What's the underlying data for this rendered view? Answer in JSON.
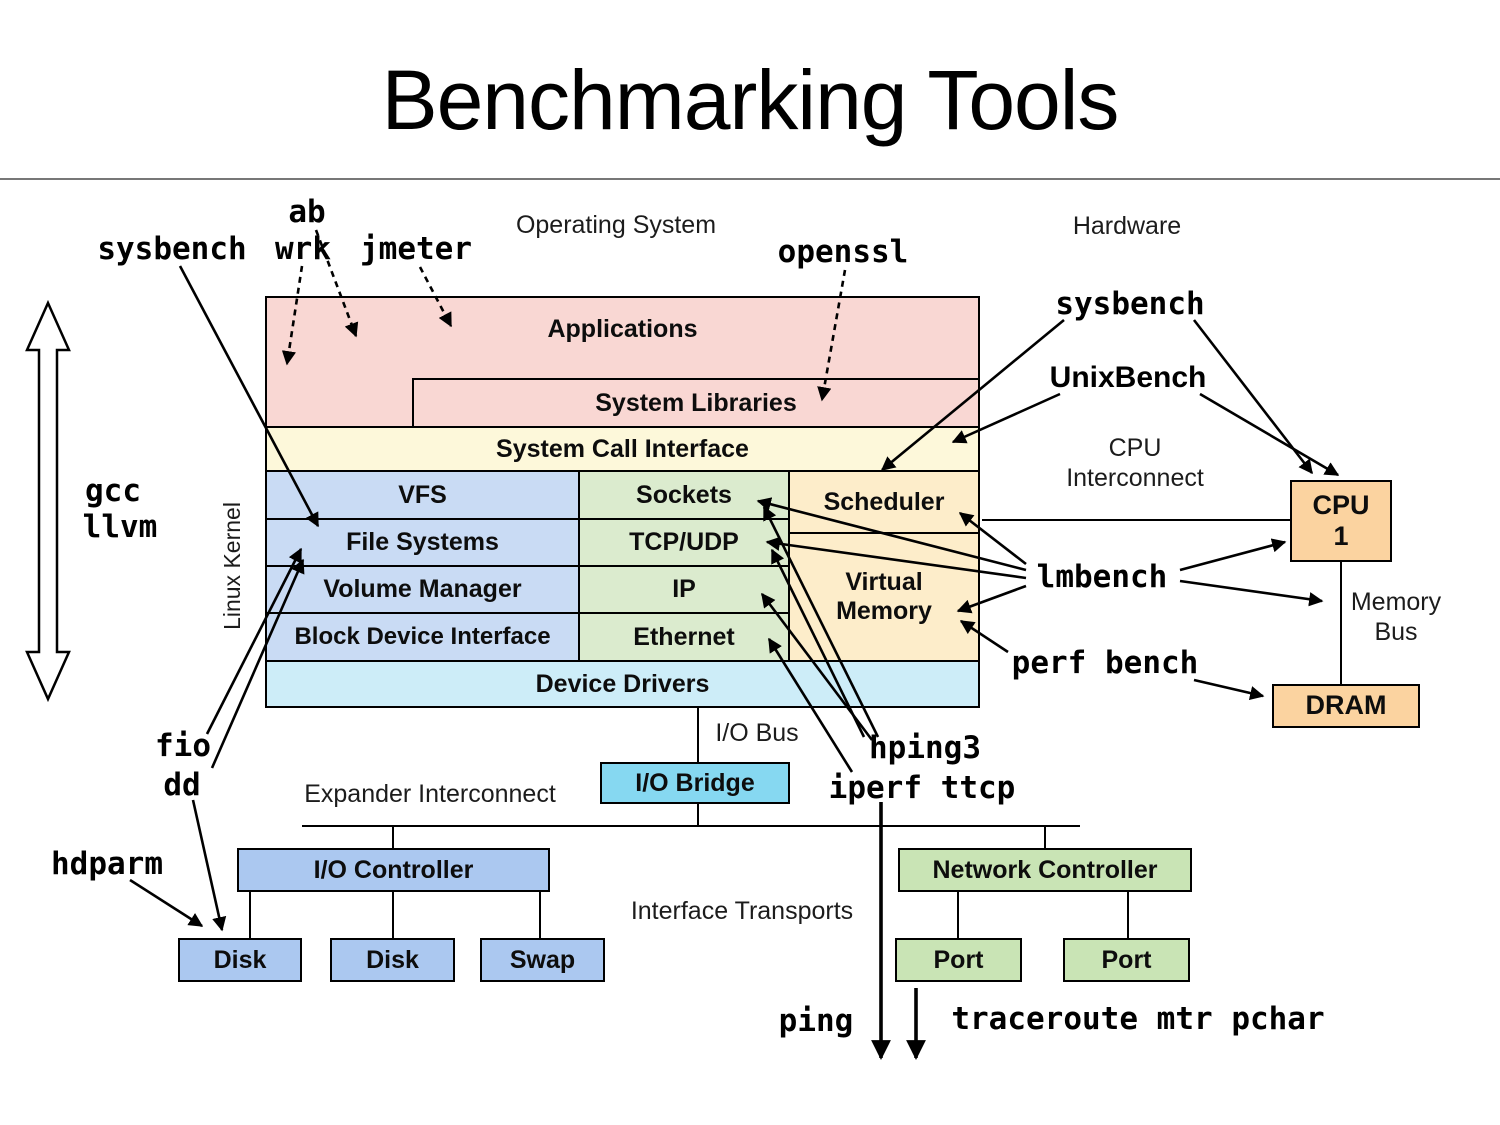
{
  "title": "Benchmarking Tools",
  "labels": {
    "operating_system": "Operating System",
    "hardware": "Hardware",
    "linux_kernel": "Linux Kernel",
    "cpu_interconnect": "CPU\nInterconnect",
    "memory_bus": "Memory\nBus",
    "io_bus": "I/O Bus",
    "expander_interconnect": "Expander Interconnect",
    "interface_transports": "Interface Transports"
  },
  "boxes": {
    "applications": "Applications",
    "system_libraries": "System Libraries",
    "system_call_interface": "System Call Interface",
    "vfs": "VFS",
    "file_systems": "File Systems",
    "volume_manager": "Volume Manager",
    "block_device_interface": "Block Device Interface",
    "sockets": "Sockets",
    "tcp_udp": "TCP/UDP",
    "ip": "IP",
    "ethernet": "Ethernet",
    "scheduler": "Scheduler",
    "virtual_memory": "Virtual\nMemory",
    "device_drivers": "Device Drivers",
    "io_bridge": "I/O Bridge",
    "io_controller": "I/O Controller",
    "disk1": "Disk",
    "disk2": "Disk",
    "swap": "Swap",
    "network_controller": "Network Controller",
    "port1": "Port",
    "port2": "Port",
    "cpu": "CPU\n1",
    "dram": "DRAM"
  },
  "tools": {
    "ab": "ab",
    "sysbench_left": "sysbench",
    "wrk": "wrk",
    "jmeter": "jmeter",
    "openssl": "openssl",
    "gcc": "gcc",
    "llvm": "llvm",
    "fio": "fio",
    "dd": "dd",
    "hdparm": "hdparm",
    "sysbench_right": "sysbench",
    "unixbench": "UnixBench",
    "lmbench": "lmbench",
    "perf_bench": "perf bench",
    "hping3": "hping3",
    "iperf_ttcp": "iperf ttcp",
    "ping": "ping",
    "traceroute_group": "traceroute mtr pchar"
  },
  "colors": {
    "applications_fill": "#f9d7d3",
    "system_call_fill": "#fdf8da",
    "filesystem_stack_fill": "#c9dbf4",
    "network_stack_fill": "#dbebce",
    "scheduler_fill": "#fdedca",
    "device_drivers_fill": "#cdedf8",
    "io_bridge_fill": "#86d8f1",
    "storage_hw_fill": "#abc8f0",
    "network_hw_fill": "#c9e4b5",
    "cpu_dram_fill": "#fbd3a0"
  }
}
